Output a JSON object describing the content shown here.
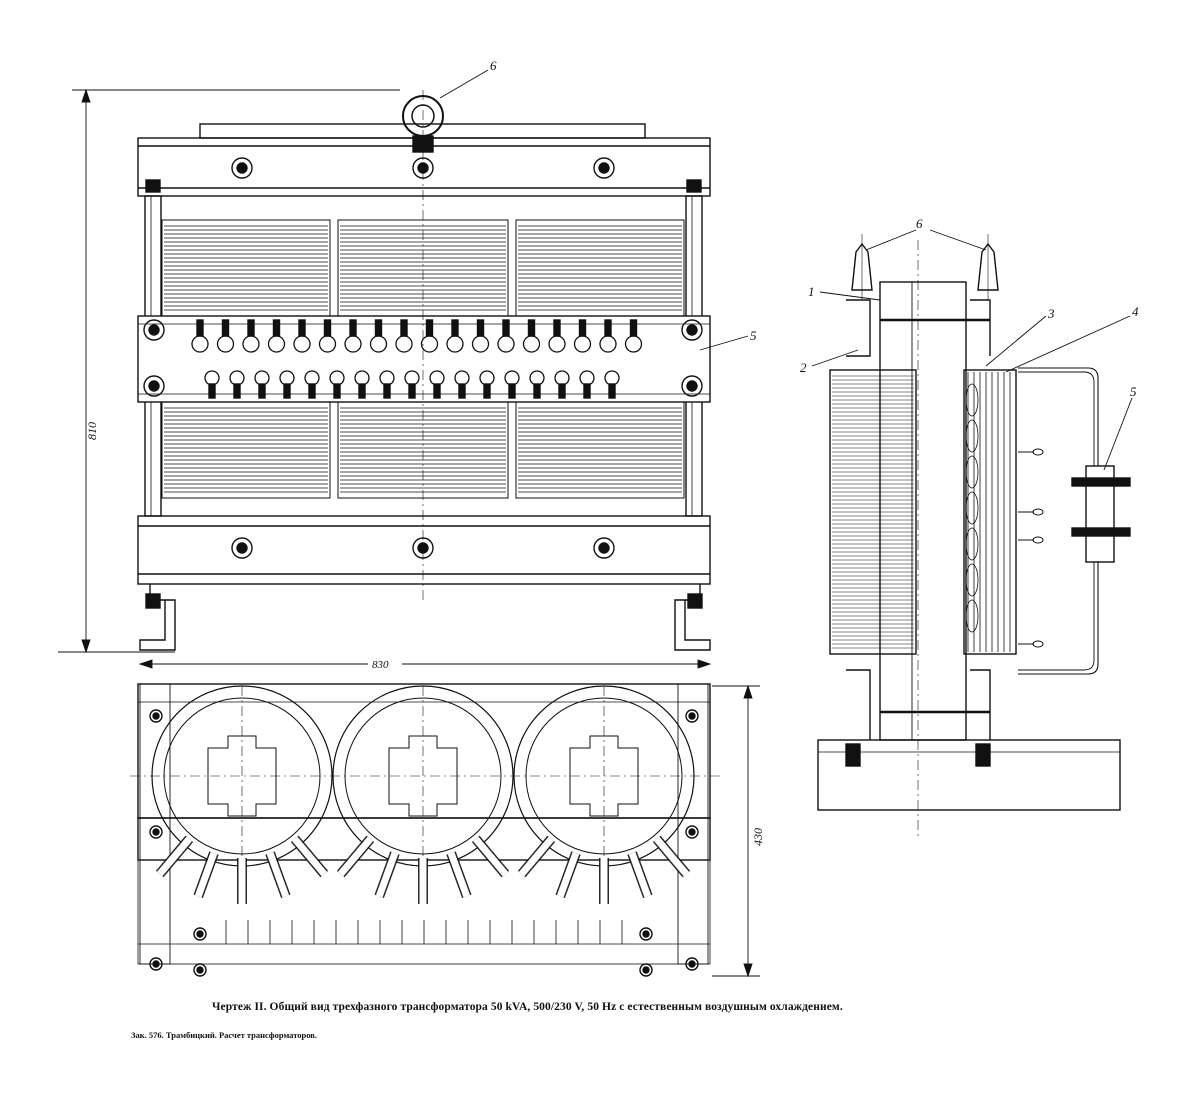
{
  "caption": "Чертеж II. Общий вид трехфазного трансформатора 50 kVA, 500/230 V, 50 Hz с естественным воздушным охлаждением.",
  "footnote": "Зак. 576. Трамбицкий. Расчет трансформаторов.",
  "dimensions": {
    "height_main": "810",
    "width_main": "830",
    "depth_plan": "430"
  },
  "callouts": {
    "front_eye": "6",
    "front_terminal": "5",
    "side_1": "1",
    "side_2": "2",
    "side_3": "3",
    "side_4": "4",
    "side_5": "5",
    "side_6": "6"
  },
  "colors": {
    "ink": "#111111",
    "paper": "#ffffff"
  }
}
